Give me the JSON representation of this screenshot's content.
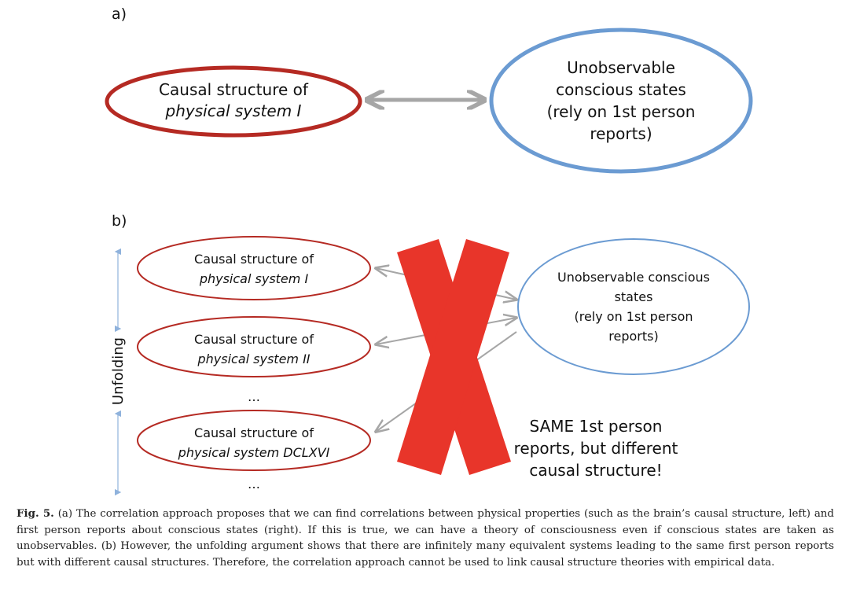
{
  "panel_a": {
    "label": "a)",
    "left_node": {
      "line1": "Causal structure of",
      "line2": "physical system I"
    },
    "right_node": {
      "lines": [
        "Unobservable",
        "conscious states",
        "(rely on 1st person",
        "reports)"
      ]
    }
  },
  "panel_b": {
    "label": "b)",
    "axis_label": "Unfolding",
    "systems": [
      {
        "line1": "Causal structure of",
        "line2": "physical system I"
      },
      {
        "line1": "Causal structure of",
        "line2": "physical system II"
      },
      {
        "line1": "Causal structure of",
        "line2": "physical system DCLXVI"
      }
    ],
    "ellipsis_1": "…",
    "ellipsis_2": "…",
    "right_node": {
      "lines": [
        "Unobservable conscious",
        "states",
        "(rely on 1st person",
        "reports)"
      ]
    },
    "note": {
      "lines": [
        "SAME 1st person",
        "reports, but different",
        "causal structure!"
      ]
    }
  },
  "caption": {
    "label": "Fig. 5.",
    "text": "(a) The correlation approach proposes that we can find correlations between physical properties (such as the brain’s causal structure, left) and first person reports about conscious states (right). If this is true, we can have a theory of consciousness even if conscious states are taken as unobservables. (b) However, the unfolding argument shows that there are infinitely many equivalent systems leading to the same first person reports but with different causal structures. Therefore, the correlation approach cannot be used to link causal structure theories with empirical data."
  },
  "colors": {
    "red_outline": "#b52a23",
    "blue_outline": "#6b9bd2",
    "arrow_gray": "#a6a6a6",
    "cross_red": "#e8352a",
    "axis_blue": "#8fb2dc"
  }
}
